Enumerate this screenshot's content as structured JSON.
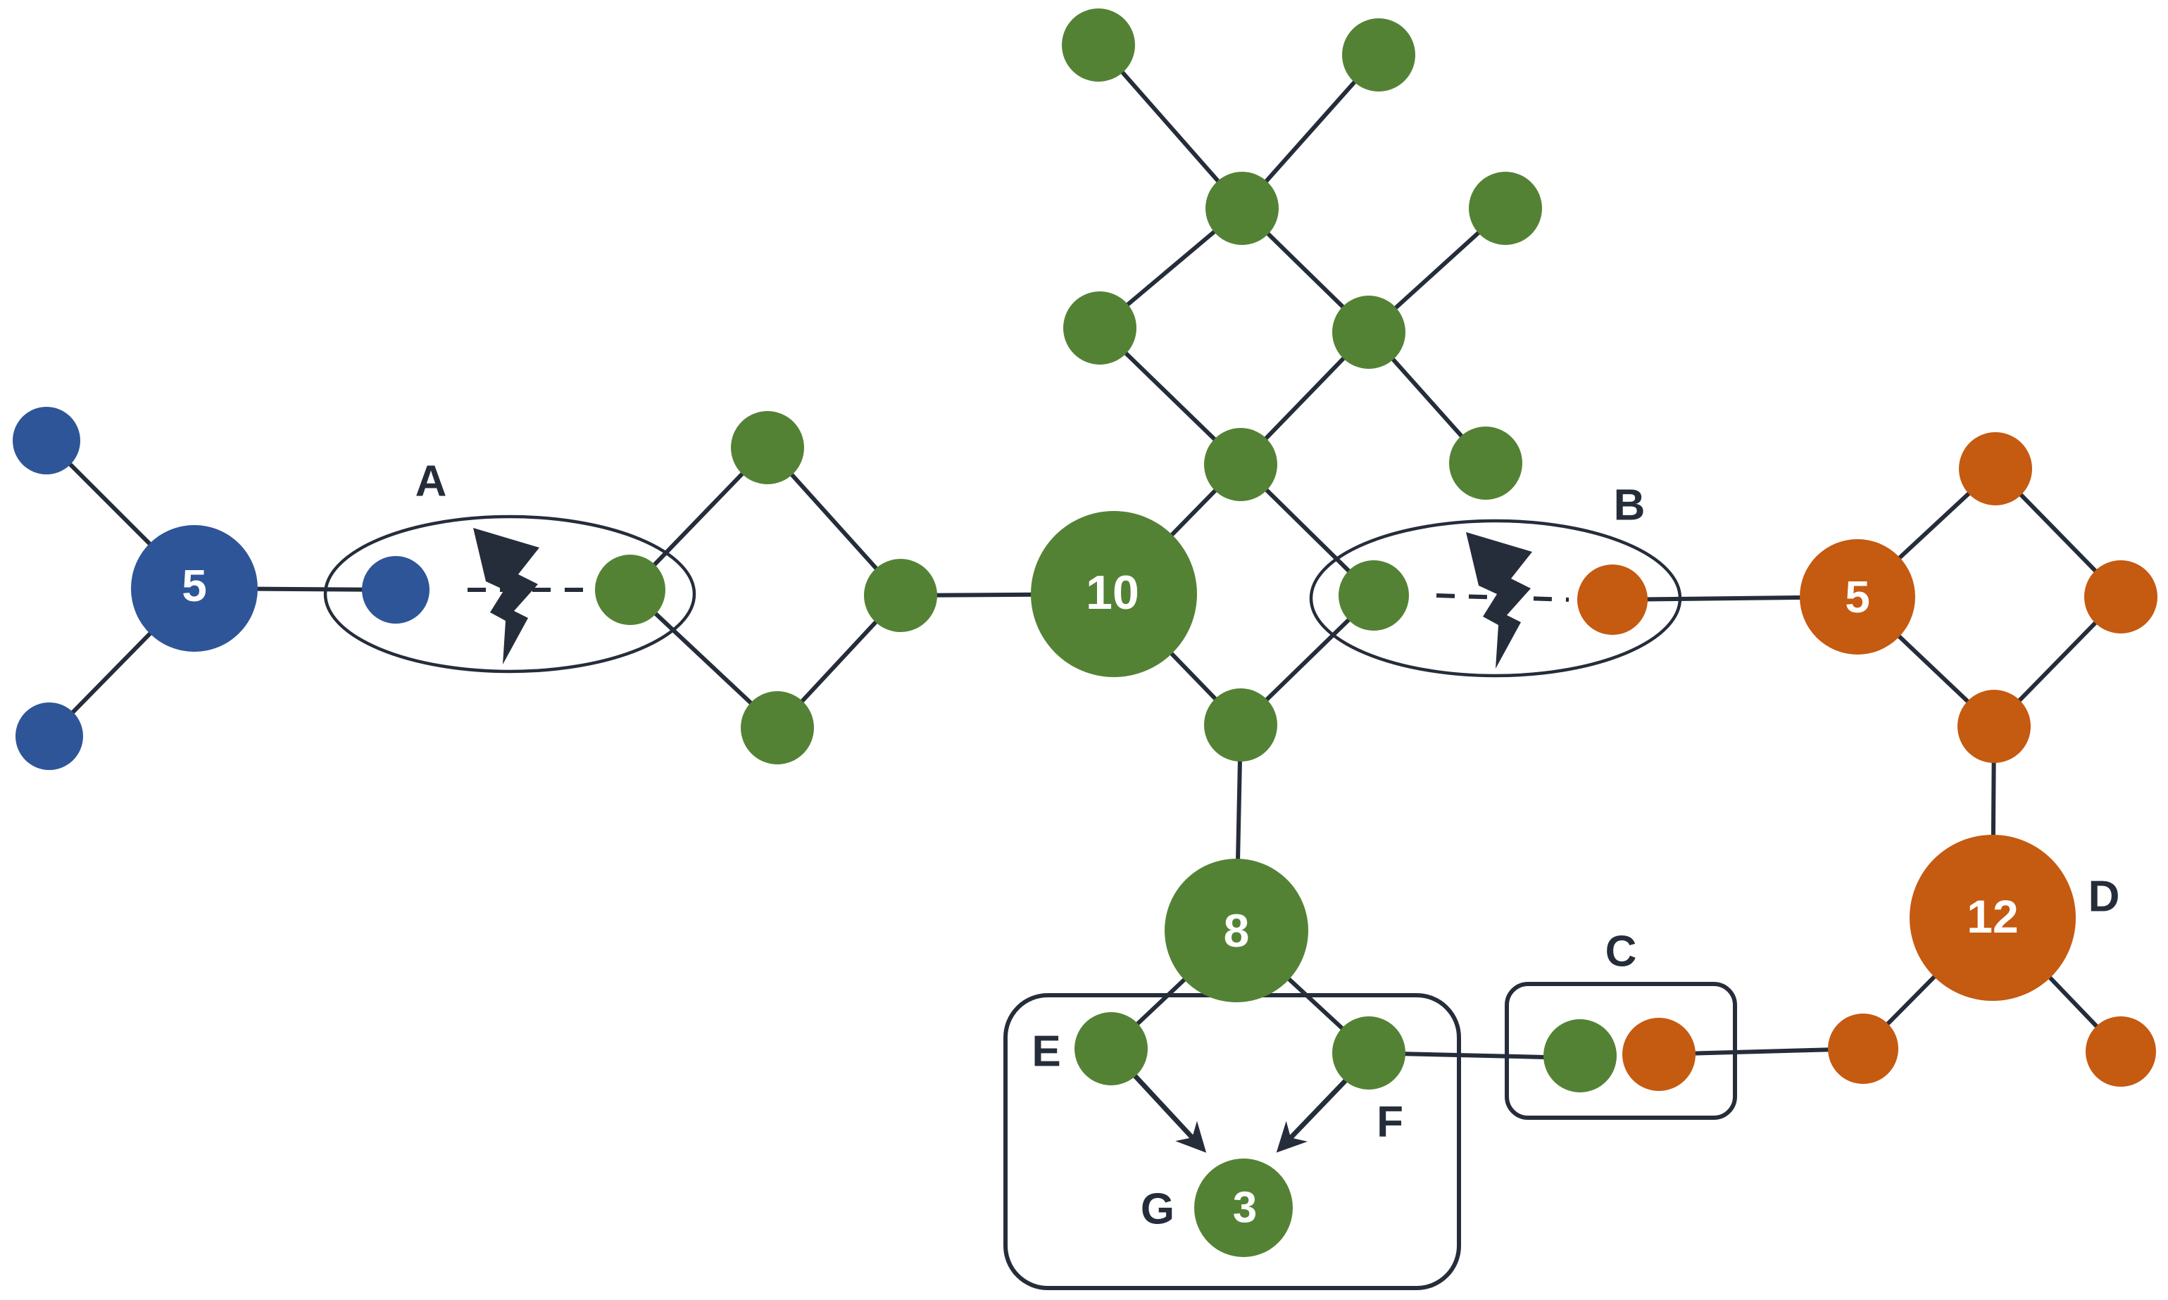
{
  "colors": {
    "blue": "#2e5597",
    "green": "#548235",
    "orange": "#c55a11",
    "line": "#262d3a",
    "background": "#ffffff"
  },
  "node_labels": {
    "blue_hub": "5",
    "green_center": "10",
    "green_lower": "8",
    "green_g": "3",
    "orange_ring": "5",
    "orange_d": "12"
  },
  "group_labels": {
    "a": "A",
    "b": "B",
    "c": "C",
    "d": "D",
    "e": "E",
    "f": "F",
    "g": "G"
  },
  "icons": {
    "link_break": "lightning-bolt-icon"
  }
}
